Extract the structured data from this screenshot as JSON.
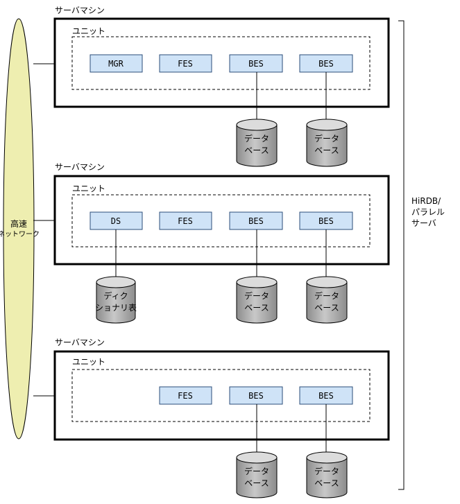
{
  "network": {
    "label_line1": "高速",
    "label_line2": "ネットワーク",
    "color": "#eeeeb0"
  },
  "system": {
    "label_line1": "HiRDB/",
    "label_line2": "パラレル",
    "label_line3": "サーバ"
  },
  "servers": [
    {
      "title": "サーバマシン",
      "unit_label": "ユニット",
      "processes": [
        "MGR",
        "FES",
        "BES",
        "BES"
      ],
      "storages": [
        {
          "line1": "データ",
          "line2": "ベース"
        },
        {
          "line1": "データ",
          "line2": "ベース"
        }
      ]
    },
    {
      "title": "サーバマシン",
      "unit_label": "ユニット",
      "processes": [
        "DS",
        "FES",
        "BES",
        "BES"
      ],
      "storages": [
        {
          "line1": "ディク",
          "line2": "ショナリ表"
        },
        {
          "line1": "データ",
          "line2": "ベース"
        },
        {
          "line1": "データ",
          "line2": "ベース"
        }
      ]
    },
    {
      "title": "サーバマシン",
      "unit_label": "ユニット",
      "processes": [
        "FES",
        "BES",
        "BES"
      ],
      "storages": [
        {
          "line1": "データ",
          "line2": "ベース"
        },
        {
          "line1": "データ",
          "line2": "ベース"
        }
      ]
    }
  ],
  "colors": {
    "process_fill": "#cfe3f7",
    "cylinder_top": "#d9d9d9",
    "cylinder_body": "#a8a8a8"
  }
}
